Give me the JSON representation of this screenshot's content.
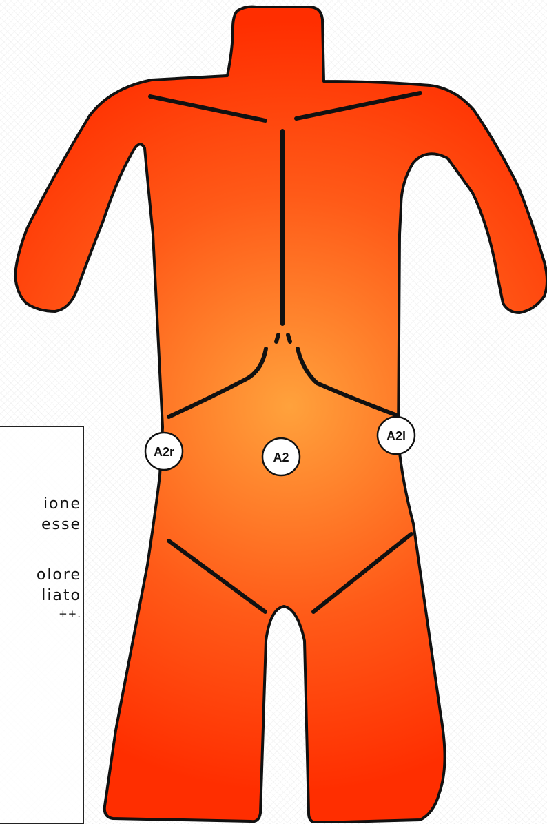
{
  "colors": {
    "body_fill_center": "#ffa23c",
    "body_fill_edge": "#ff2e00",
    "outline": "#111111",
    "marker_fill": "#ffffff"
  },
  "text_panel": {
    "fragments": [
      "ione",
      "esse",
      "olore",
      "liato",
      "++."
    ]
  },
  "markers": [
    {
      "id": "a2r",
      "label": "A2r"
    },
    {
      "id": "a2",
      "label": "A2"
    },
    {
      "id": "a2l",
      "label": "A2l"
    }
  ]
}
